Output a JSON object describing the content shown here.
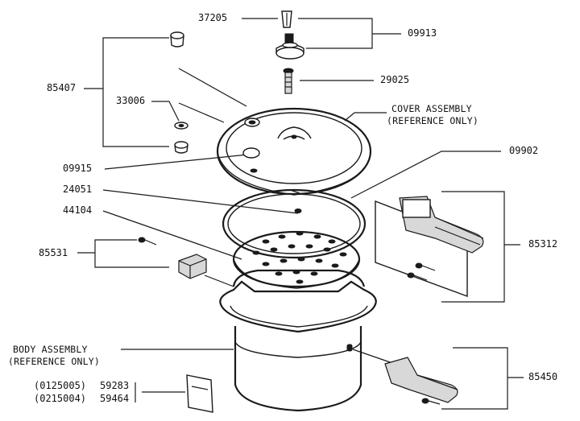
{
  "diagram": {
    "parts": [
      {
        "id": "p37205",
        "text": "37205"
      },
      {
        "id": "p09913",
        "text": "09913"
      },
      {
        "id": "p85407",
        "text": "85407"
      },
      {
        "id": "p29025",
        "text": "29025"
      },
      {
        "id": "p33006",
        "text": "33006"
      },
      {
        "id": "p09915",
        "text": "09915"
      },
      {
        "id": "p09902",
        "text": "09902"
      },
      {
        "id": "p24051",
        "text": "24051"
      },
      {
        "id": "p44104",
        "text": "44104"
      },
      {
        "id": "p85531",
        "text": "85531"
      },
      {
        "id": "p85312",
        "text": "85312"
      },
      {
        "id": "p85450",
        "text": "85450"
      }
    ],
    "cover_assembly": [
      "COVER ASSEMBLY",
      "(REFERENCE ONLY)"
    ],
    "body_assembly": [
      "BODY ASSEMBLY",
      "(REFERENCE ONLY)"
    ],
    "manuals": [
      {
        "code": "(0125005)",
        "part": "59283"
      },
      {
        "code": "(0215004)",
        "part": "59464"
      }
    ]
  }
}
